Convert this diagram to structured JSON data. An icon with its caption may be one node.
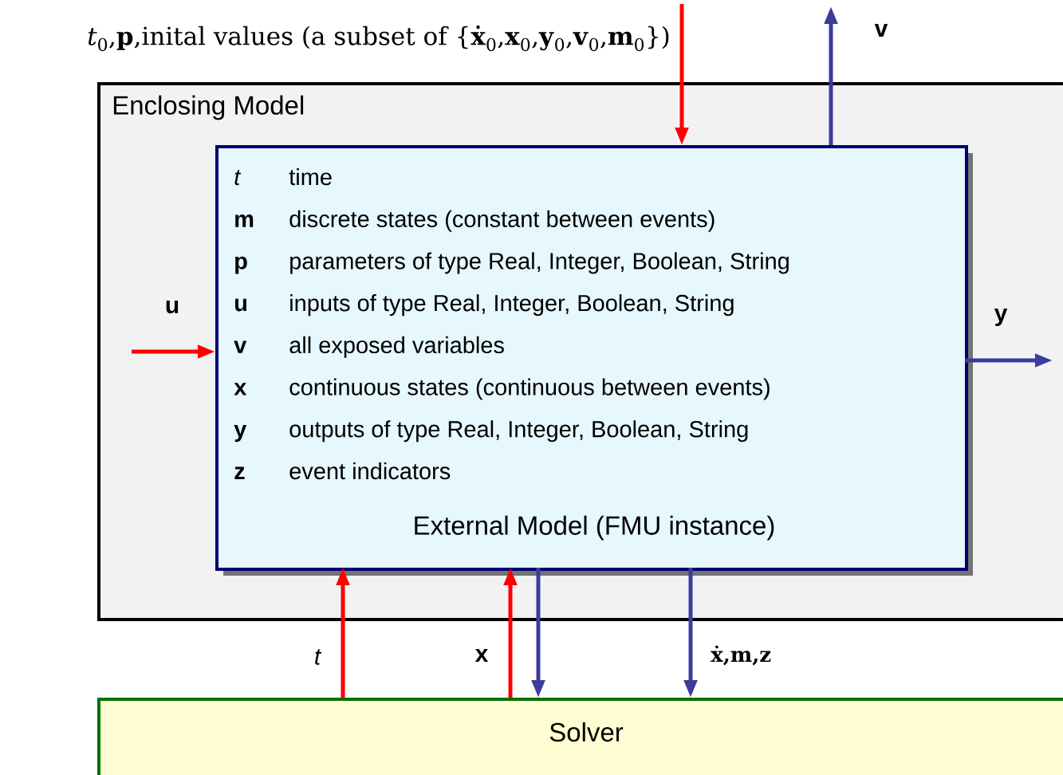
{
  "diagram": {
    "nodes": [
      {
        "text": [
          "Enclosing Model"
        ]
      },
      {
        "text": [
          "t",
          "time",
          "m",
          "discrete states (constant between events)",
          "p",
          "parameters of type Real, Integer, Boolean, String",
          "u",
          "inputs of type Real, Integer, Boolean, String",
          "v",
          "all exposed variables",
          "x",
          "continuous states (continuous between events)",
          "y",
          "outputs of type Real, Integer, Boolean, String",
          "z",
          "event indicators",
          "External Model (FMU instance)"
        ],
        "in": 0
      },
      {
        "text": [
          "Solver"
        ]
      }
    ],
    "edges": [
      {
        "from": null,
        "to": 1,
        "arrow": "to",
        "color": "#ff0000",
        "label": "*t*$_{0}$,**p**,inital values (a subset of {**ẋ**$_{0}$,**x**$_{0}$,**y**$_{0}$,**v**$_{0}$,**m**$_{0}$})"
      },
      {
        "from": 1,
        "to": null,
        "arrow": "to",
        "color": "#3c3c9c",
        "label": "v"
      },
      {
        "from": null,
        "to": 1,
        "arrow": "to",
        "color": "#ff0000",
        "label": "u"
      },
      {
        "from": 1,
        "to": null,
        "arrow": "to",
        "color": "#3c3c9c",
        "label": "y"
      },
      {
        "from": 2,
        "to": 1,
        "arrow": "to",
        "color": "#ff0000",
        "label": "t"
      },
      {
        "from": 2,
        "to": 1,
        "arrow": "to",
        "color": "#ff0000",
        "label": "x"
      },
      {
        "from": 1,
        "to": 2,
        "arrow": "to",
        "color": "#3c3c9c"
      },
      {
        "from": 1,
        "to": 2,
        "arrow": "to",
        "color": "#3c3c9c",
        "label": "ẋ,m,z"
      }
    ]
  }
}
